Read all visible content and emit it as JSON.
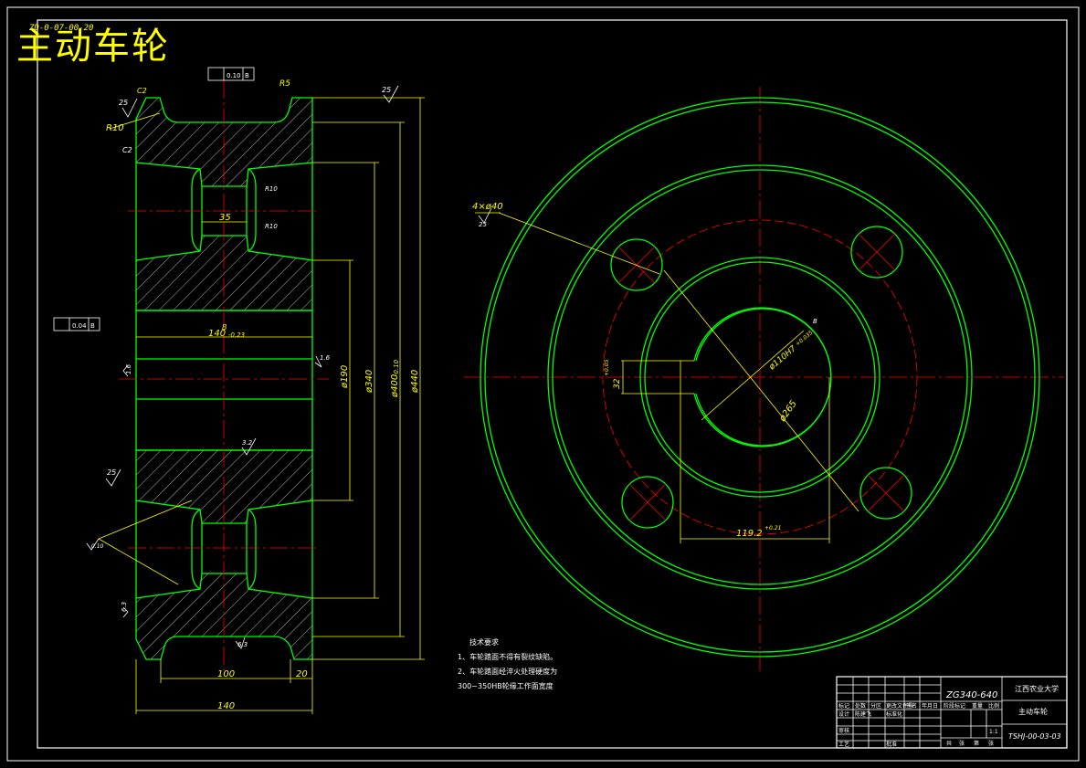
{
  "title": "主动车轮",
  "title_drawing_code": "ZD-0-07-00-20",
  "colors": {
    "background": "#000000",
    "border": "#ffffff",
    "outline": "#00ff00",
    "dimension": "#ffff00",
    "centerline": "#ff0000",
    "title": "#ffff00"
  },
  "section_view": {
    "tolerance_frame_top": "0.10",
    "tolerance_frame_datum_top": "B",
    "tolerance_frame_left": "0.04",
    "tolerance_frame_datum_left": "B",
    "labels": {
      "c2_top": "C2",
      "r25_top": "25",
      "r10_top": "R10",
      "c2_mid": "C2",
      "r5": "R5",
      "r25_right": "25",
      "r10_hub_a": "R10",
      "r10_hub_b": "R10",
      "dim_35": "35",
      "dim_140_upper": "140",
      "dim_140_tol": "-0.23",
      "dim_140_upper_mark": "B",
      "dim_190": "ø190",
      "dim_340": "ø340",
      "dim_400": "ø400",
      "dim_400_tol": "-0.10",
      "dim_440": "ø440",
      "rough_32": "3.2",
      "rough_16_left": "1.6",
      "rough_16_right": "1.6",
      "rough_25_lower": "25",
      "rough_63_left": "6.3",
      "rough_63_bottom": "6.3",
      "tol_010_lower": "0.10",
      "dim_100": "100",
      "dim_20": "20",
      "dim_140_bottom": "140"
    }
  },
  "front_view": {
    "labels": {
      "holes": "4×ø40",
      "holes_rough": "25",
      "bore": "ø110H7",
      "bore_tol": "+0.035",
      "bore_mark": "B",
      "dim_265": "ø265",
      "keyway_width": "32",
      "keyway_tol": "+0.05",
      "dim_119": "119.2",
      "dim_119_tol": "+0.21"
    }
  },
  "technical_requirements": {
    "heading": "技术要求",
    "items": [
      "1、车轮踏面不得有裂纹缺陷。",
      "2、车轮踏面经淬火处理硬度为",
      "300~350HB轮缘工作面宽度"
    ]
  },
  "title_block": {
    "material": "ZG340-640",
    "school": "江西农业大学",
    "part_name": "主动车轮",
    "drawing_number": "TSHJ-00-03-03",
    "scale_value": "1:1",
    "headers_row1": [
      "标记",
      "处数",
      "分区",
      "更改文件号",
      "签名",
      "年月日"
    ],
    "row2": [
      "设计",
      "陈建飞",
      "",
      "标准化",
      "",
      ""
    ],
    "headers_mid": [
      "阶段标记",
      "重量",
      "比例"
    ],
    "row_audit": [
      "审核",
      "",
      "",
      "",
      "",
      ""
    ],
    "row_craft": [
      "工艺",
      "",
      "",
      "批准",
      "",
      ""
    ],
    "sheet_info": [
      "共",
      "张",
      "第",
      "张"
    ]
  }
}
